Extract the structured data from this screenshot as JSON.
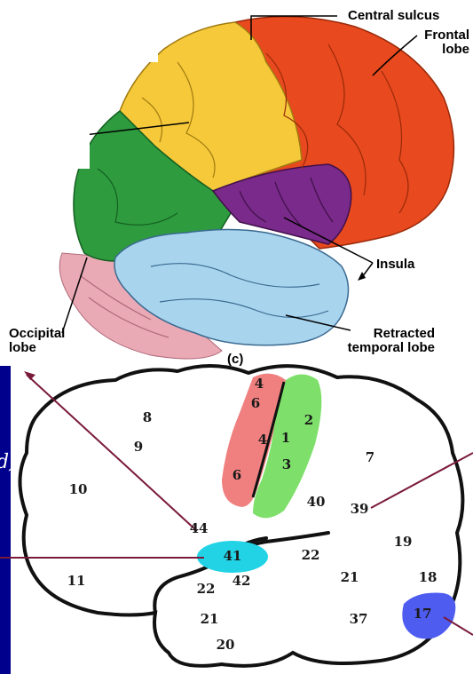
{
  "top_diagram": {
    "labels": {
      "central_sulcus": "Central sulcus",
      "frontal_lobe_line1": "Frontal",
      "frontal_lobe_line2": "lobe",
      "insula": "Insula",
      "occipital_line1": "Occipital",
      "occipital_line2": "lobe",
      "retracted_line1": "Retracted",
      "retracted_line2": "temporal lobe",
      "panel_letter": "(c)"
    },
    "colors": {
      "frontal": "#e8491e",
      "parietal": "#f6c93a",
      "occipital": "#2e9b3f",
      "insula": "#7a2a8a",
      "temporal": "#a8d4ee",
      "cerebellum": "#e9a9b5",
      "background": "#ffffff"
    }
  },
  "bottom_diagram": {
    "areas": [
      {
        "label": "4"
      },
      {
        "label": "6"
      },
      {
        "label": "4"
      },
      {
        "label": "6"
      },
      {
        "label": "1"
      },
      {
        "label": "2"
      },
      {
        "label": "3"
      },
      {
        "label": "8"
      },
      {
        "label": "9"
      },
      {
        "label": "10"
      },
      {
        "label": "7"
      },
      {
        "label": "40"
      },
      {
        "label": "39"
      },
      {
        "label": "44"
      },
      {
        "label": "41"
      },
      {
        "label": "22"
      },
      {
        "label": "19"
      },
      {
        "label": "11"
      },
      {
        "label": "42"
      },
      {
        "label": "21"
      },
      {
        "label": "18"
      },
      {
        "label": "22"
      },
      {
        "label": "21"
      },
      {
        "label": "37"
      },
      {
        "label": "17"
      },
      {
        "label": "20"
      }
    ],
    "colors": {
      "motor": "#f08080",
      "somatosensory": "#7ee06a",
      "auditory": "#22d3e6",
      "visual": "#4f5cf0",
      "outline": "#111111",
      "arrow": "#7a1a3a"
    }
  },
  "side_caption": "d)"
}
